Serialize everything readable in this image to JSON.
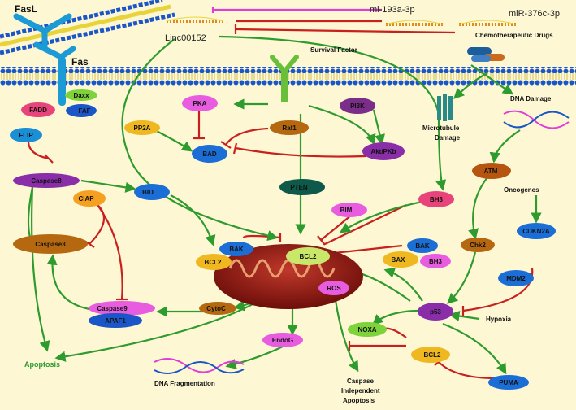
{
  "labels": {
    "fasl": "FasL",
    "fas": "Fas",
    "mir193": "mi-193a-3p",
    "mir376": "miR-376c-3p",
    "linc": "Linc00152",
    "survival": "Survival Factor",
    "chemo": "Chemotherapeutic Drugs",
    "dna_damage": "DNA Damage",
    "microtubule": "Microtubule",
    "damage": "Damage",
    "oncogenes": "Oncogenes",
    "hypoxia": "Hypoxia",
    "apoptosis": "Apoptosis",
    "dna_frag": "DNA Fragmentation",
    "caspase": "Caspase",
    "independent": "Independent",
    "apoptosis2": "Apoptosis"
  },
  "nodes": {
    "fadd": "FADD",
    "daxx": "Daxx",
    "faf": "FAF",
    "flip": "FLIP",
    "pka": "PKA",
    "pi3k": "PI3K",
    "pp2a": "PP2A",
    "raf1": "Raf1",
    "bad": "BAD",
    "akt": "Akt/PKb",
    "caspase8": "Caspase8",
    "bid": "BID",
    "pten": "PTEN",
    "ciap": "CIAP",
    "bim": "BIM",
    "bh3_top": "BH3",
    "atm": "ATM",
    "caspase3": "Caspase3",
    "bak_left": "BAK",
    "bcl2_left": "BCL2",
    "bcl2_mito": "BCL2",
    "bak_right": "BAK",
    "bax": "BAX",
    "bh3_right": "BH3",
    "chk2": "Chk2",
    "cdkn2a": "CDKN2A",
    "ros": "ROS",
    "mdm2": "MDM2",
    "caspase9": "Caspase9",
    "cytoc": "CytoC",
    "apaf1": "APAF1",
    "p53": "p53",
    "noxa": "NOXA",
    "endog": "EndoG",
    "bcl2_bottom": "BCL2",
    "puma": "PUMA"
  },
  "colors": {
    "background": "#fdf7d3",
    "activation": "#2e9b2e",
    "inhibition": "#c8201e",
    "membrane_head": "#1b56c9",
    "membrane_tail": "#e8d43a"
  }
}
